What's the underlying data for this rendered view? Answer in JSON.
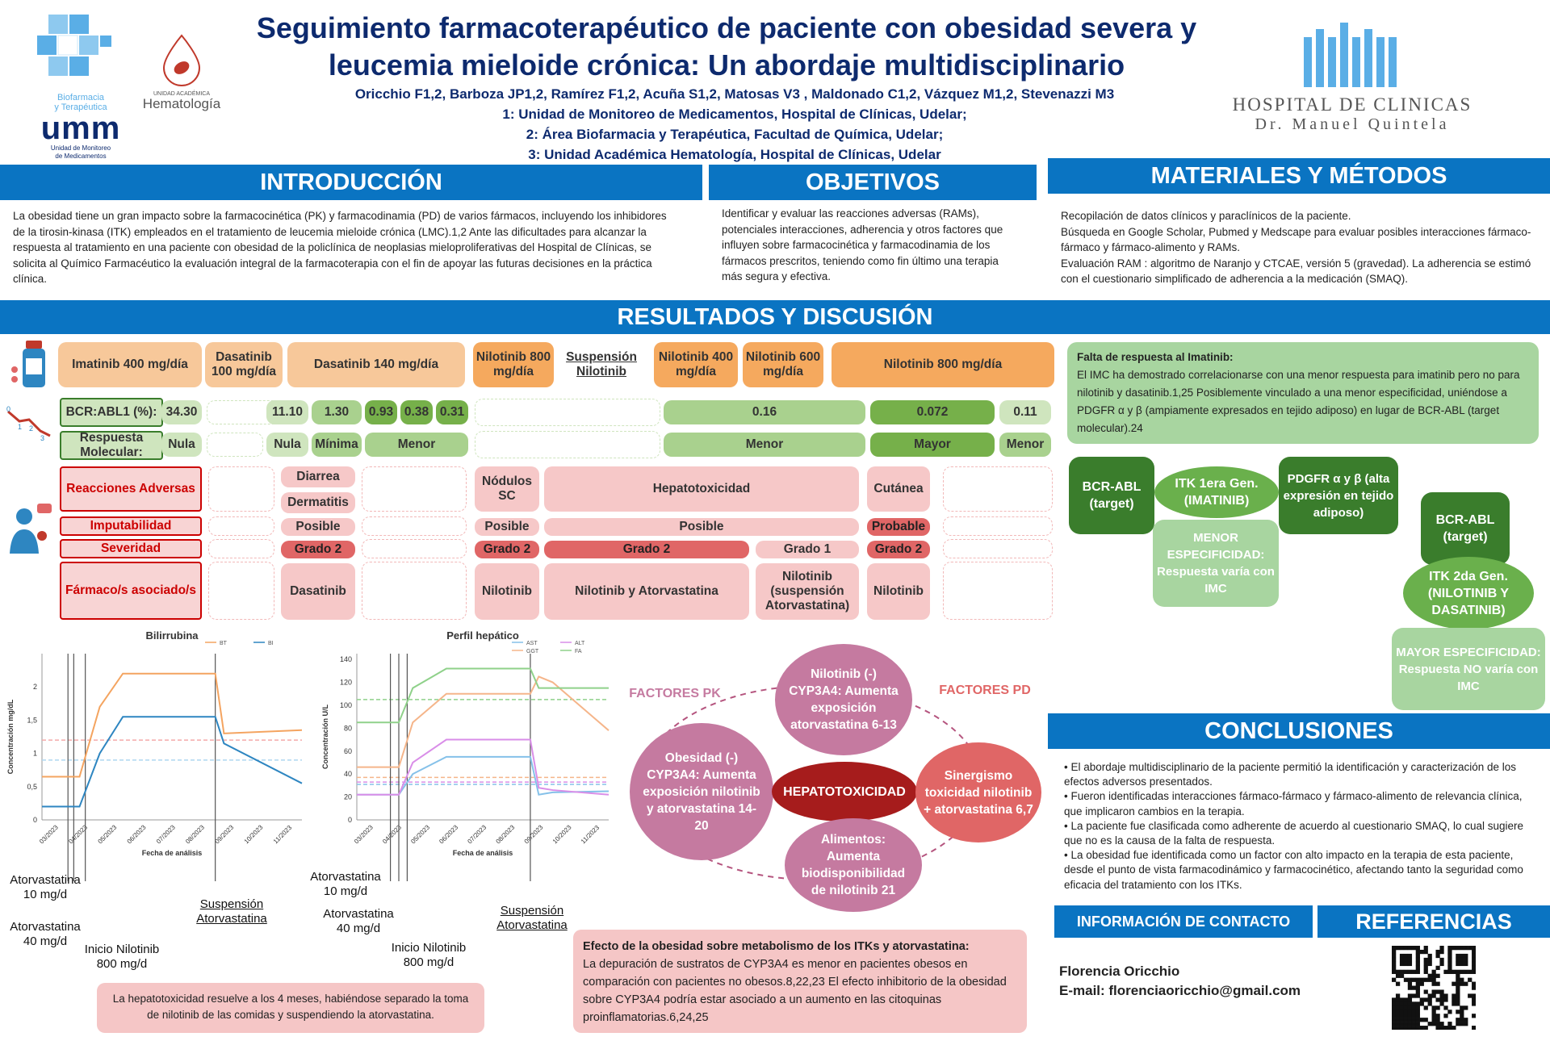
{
  "header": {
    "title_line1": "Seguimiento farmacoterapéutico de paciente con obesidad severa y",
    "title_line2": "leucemia mieloide crónica: Un abordaje multidisciplinario",
    "authors": "Oricchio F1,2, Barboza JP1,2, Ramírez F1,2, Acuña S1,2, Matosas V3 , Maldonado C1,2, Vázquez M1,2, Stevenazzi M3",
    "aff1": "1: Unidad de Monitoreo de Medicamentos, Hospital de Clínicas, Udelar;",
    "aff2": "2: Área Biofarmacia y Terapéutica, Facultad de Química, Udelar;",
    "aff3": "3: Unidad Académica Hematología, Hospital de Clínicas, Udelar"
  },
  "logos": {
    "bio_line1": "Biofarmacia",
    "bio_line2": "y Terapéutica",
    "umm": "umm",
    "umm_sub1": "Unidad de Monitoreo",
    "umm_sub2": "de Medicamentos",
    "hema_small": "UNIDAD ACADÉMICA",
    "hema": "Hematología",
    "hospital_line1": "HOSPITAL DE CLINICAS",
    "hospital_line2": "Dr. Manuel Quintela",
    "colors": {
      "umm_blue": "#0d2a6e",
      "light_blue": "#5aaee6",
      "hema_red": "#c0392b"
    }
  },
  "sections": {
    "intro": {
      "title": "INTRODUCCIÓN",
      "text": "La obesidad tiene un gran impacto sobre la farmacocinética (PK) y farmacodinamia (PD) de varios fármacos, incluyendo los inhibidores de la tirosin-kinasa (ITK) empleados en el tratamiento de leucemia mieloide crónica (LMC).1,2 Ante las dificultades para alcanzar la respuesta al tratamiento en una paciente con obesidad de la policlínica de neoplasias mieloproliferativas del Hospital de Clínicas, se solicita al Químico Farmacéutico la evaluación integral de la farmacoterapia con el fin de apoyar las futuras decisiones en la práctica clínica."
    },
    "objetivos": {
      "title": "OBJETIVOS",
      "text": "Identificar y evaluar las reacciones adversas (RAMs), potenciales interacciones, adherencia y otros factores que influyen sobre farmacocinética y farmacodinamia de los fármacos prescritos, teniendo como fin último una terapia más segura y efectiva."
    },
    "metodos": {
      "title": "MATERIALES Y MÉTODOS",
      "p1": "Recopilación de datos clínicos y paraclínicos de la paciente.",
      "p2": "Búsqueda en Google Scholar, Pubmed y Medscape para evaluar posibles interacciones fármaco-fármaco y fármaco-alimento y RAMs.",
      "p3": "Evaluación RAM : algoritmo de Naranjo y CTCAE, versión 5 (gravedad). La adherencia se estimó con el cuestionario simplificado de adherencia a la medicación (SMAQ)."
    },
    "resultados": {
      "title": "RESULTADOS Y DISCUSIÓN"
    },
    "conclusiones": {
      "title": "CONCLUSIONES",
      "items": [
        "• El abordaje multidisciplinario de la paciente permitió la identificación y caracterización de los efectos adversos presentados.",
        "• Fueron identificadas interacciones fármaco-fármaco y fármaco-alimento de relevancia clínica, que implicaron cambios en la terapia.",
        "• La paciente fue clasificada como adherente de acuerdo al cuestionario SMAQ, lo cual sugiere que no es la causa de la falta de respuesta.",
        "• La obesidad fue identificada como un factor con alto impacto en la terapia de esta paciente, desde el punto de vista farmacodinámico y farmacocinético, afectando tanto la seguridad como eficacia del tratamiento con los ITKs."
      ]
    },
    "contacto": {
      "title": "INFORMACIÓN DE CONTACTO",
      "name": "Florencia Oricchio",
      "email": "E-mail: florenciaoricchio@gmail.com"
    },
    "referencias": {
      "title": "REFERENCIAS"
    }
  },
  "table": {
    "drugs": [
      "Imatinib 400 mg/día",
      "Dasatinib 100 mg/día",
      "Dasatinib 140 mg/día",
      "Nilotinib 800 mg/día",
      "Suspensión Nilotinib",
      "Nilotinib 400 mg/día",
      "Nilotinib 600 mg/día",
      "Nilotinib 800 mg/día"
    ],
    "bcr_label": "BCR:ABL1 (%):",
    "bcr_values": [
      "34.30",
      "11.10",
      "1.30",
      "0.93",
      "0.38",
      "0.31",
      "0.16",
      "0.072",
      "0.11"
    ],
    "resp_label": "Respuesta Molecular:",
    "resp_values": [
      "Nula",
      "Nula",
      "Mínima",
      "Menor",
      "Menor",
      "Mayor",
      "Menor"
    ],
    "ram_label": "Reacciones Adversas",
    "ram_values": [
      "Diarrea",
      "Dermatitis",
      "Nódulos SC",
      "Hepatotoxicidad",
      "Cutánea"
    ],
    "imp_label": "Imputabilidad",
    "imp_values": [
      "Posible",
      "Posible",
      "Posible",
      "Probable"
    ],
    "sev_label": "Severidad",
    "sev_values": [
      "Grado 2",
      "Grado 2",
      "Grado 2",
      "Grado 1",
      "Grado 2"
    ],
    "farm_label": "Fármaco/s asociado/s",
    "farm_values": [
      "Dasatinib",
      "Nilotinib",
      "Nilotinib y Atorvastatina",
      "Nilotinib (suspensión Atorvastatina)",
      "Nilotinib"
    ]
  },
  "charts_text": {
    "bili_title": "Bilirrubina",
    "hep_title": "Perfil hepático",
    "ann_atorva10": "Atorvastatina 10 mg/d",
    "ann_atorva40": "Atorvastatina 40 mg/d",
    "ann_inicio": "Inicio Nilotinib 800 mg/d",
    "ann_susp": "Suspensión Atorvastatina",
    "note": "La hepatotoxicidad resuelve a los 4 meses, habiéndose separado la toma de nilotinib de las comidas y suspendiendo la atorvastatina."
  },
  "chart_data": [
    {
      "type": "line",
      "title": "Bilirrubina",
      "xlabel": "Fecha de análisis",
      "ylabel": "Concentración mg/dL",
      "ylim": [
        0,
        2.5
      ],
      "yticks": [
        0,
        0.5,
        1,
        1.5,
        2
      ],
      "ytick_labels": [
        "0",
        "0,5",
        "1",
        "1,5",
        "2"
      ],
      "categories": [
        "03/2023",
        "04/2023",
        "05/2023",
        "06/2023",
        "07/2023",
        "08/2023",
        "09/2023",
        "10/2023",
        "11/2023"
      ],
      "x": [
        0,
        1.3,
        2.0,
        2.8,
        6.0,
        6.3,
        9.0
      ],
      "series": [
        {
          "name": "BT",
          "color": "#f4a460",
          "values": [
            0.65,
            0.65,
            1.7,
            2.2,
            2.2,
            1.3,
            1.35
          ]
        },
        {
          "name": "BI",
          "color": "#2e86c1",
          "values": [
            0.2,
            0.2,
            1.0,
            1.55,
            1.55,
            1.15,
            0.55
          ]
        }
      ],
      "reference_lines": [
        {
          "value": 1.2,
          "color": "#f4a9a9"
        },
        {
          "value": 0.9,
          "color": "#aed6f1"
        }
      ],
      "vlines": [
        0.9,
        1.1,
        1.5,
        6.0
      ]
    },
    {
      "type": "line",
      "title": "Perfil hepático",
      "xlabel": "Fecha de análisis",
      "ylabel": "Concentración U/L",
      "ylim": [
        0,
        145
      ],
      "yticks": [
        0,
        20,
        40,
        60,
        80,
        100,
        120,
        140
      ],
      "ytick_labels": [
        "0",
        "20",
        "40",
        "60",
        "80",
        "100",
        "120",
        "140"
      ],
      "categories": [
        "03/2023",
        "04/2023",
        "05/2023",
        "06/2023",
        "07/2023",
        "08/2023",
        "09/2023",
        "10/2023",
        "11/2023"
      ],
      "x": [
        0,
        1.5,
        2.0,
        3.2,
        6.2,
        6.5,
        7.0,
        9.0
      ],
      "series": [
        {
          "name": "AST",
          "color": "#85c1e9",
          "values": [
            22,
            22,
            40,
            55,
            55,
            22,
            24,
            25
          ]
        },
        {
          "name": "ALT",
          "color": "#d98ee8",
          "values": [
            22,
            22,
            50,
            70,
            70,
            28,
            26,
            22
          ]
        },
        {
          "name": "GGT",
          "color": "#f5b58a",
          "values": [
            46,
            46,
            85,
            110,
            110,
            125,
            120,
            78
          ]
        },
        {
          "name": "FA",
          "color": "#8fd18a",
          "values": [
            85,
            85,
            115,
            132,
            132,
            115,
            115,
            115
          ]
        }
      ],
      "reference_lines": [
        {
          "value": 105,
          "color": "#8fd18a"
        },
        {
          "value": 37,
          "color": "#f5b58a"
        },
        {
          "value": 33,
          "color": "#d98ee8"
        },
        {
          "value": 31,
          "color": "#85c1e9"
        }
      ],
      "vlines": [
        1.2,
        1.5,
        1.8,
        6.2
      ]
    }
  ],
  "factors": {
    "pk_label": "FACTORES PK",
    "pd_label": "FACTORES PD",
    "center": "HEPATOTOXICIDAD",
    "top": "Nilotinib (-) CYP3A4: Aumenta exposición atorvastatina 6-13",
    "left": "Obesidad (-) CYP3A4: Aumenta exposición nilotinib y atorvastatina 14-20",
    "bottom": "Alimentos: Aumenta biodisponibilidad de nilotinib 21",
    "right": "Sinergismo toxicidad nilotinib + atorvastatina 6,7",
    "effect_title": "Efecto de la obesidad sobre metabolismo de los ITKs y atorvastatina:",
    "effect_text": "La depuración de sustratos de CYP3A4 es menor en pacientes obesos en comparación con pacientes no obesos.8,22,23 El efecto inhibitorio de la obesidad sobre CYP3A4 podría estar asociado a un aumento en las citoquinas proinflamatorias.6,24,25"
  },
  "imatinib": {
    "title": "Falta de respuesta al Imatinib:",
    "text": "El IMC ha demostrado correlacionarse con una menor respuesta para imatinib pero no para nilotinib y dasatinib.1,25 Posiblemente vinculado a una menor especificidad, uniéndose a PDGFR α y β (ampiamente expresados en tejido adiposo) en lugar de BCR-ABL (target molecular).24",
    "bcr1": "BCR-ABL (target)",
    "itk1": "ITK 1era Gen. (IMATINIB)",
    "pdgfr": "PDGFR α y β (alta expresión en tejido adiposo)",
    "menor": "MENOR ESPECIFICIDAD: Respuesta varía con IMC",
    "bcr2": "BCR-ABL (target)",
    "itk2": "ITK 2da Gen. (NILOTINIB Y DASATINIB)",
    "mayor": "MAYOR ESPECIFICIDAD: Respuesta NO varía con IMC"
  },
  "colors": {
    "header_blue": "#0a74c2",
    "dark_green": "#3a7d2c",
    "mid_green": "#6ab04c",
    "light_green": "#a8d5a0",
    "mauve": "#c57aa0",
    "dark_red": "#a61c1c",
    "salmon": "#e06666"
  }
}
